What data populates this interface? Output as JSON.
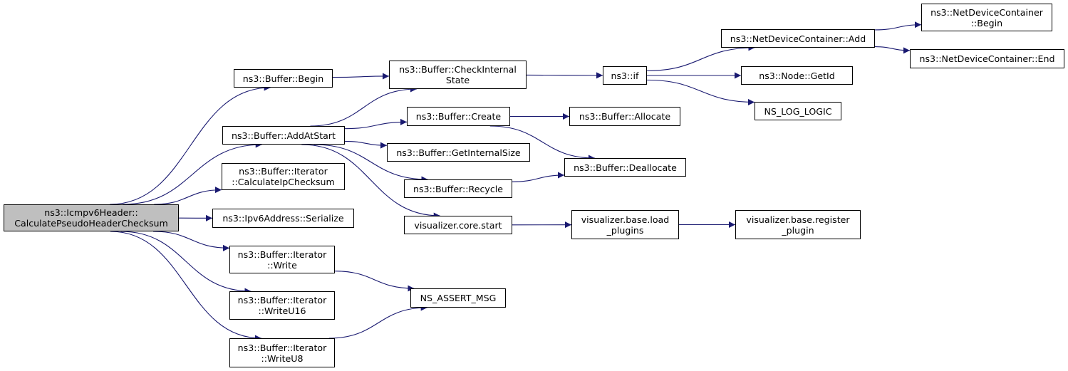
{
  "colors": {
    "edge": "#191970",
    "border": "#000000",
    "root_fill": "#bfbfbf",
    "node_fill": "#ffffff"
  },
  "nodes": {
    "root": [
      "ns3::Icmpv6Header::",
      "CalculatePseudoHeaderChecksum"
    ],
    "buf_begin": [
      "ns3::Buffer::Begin"
    ],
    "buf_addatstart": [
      "ns3::Buffer::AddAtStart"
    ],
    "iter_calc": [
      "ns3::Buffer::Iterator",
      "::CalculateIpChecksum"
    ],
    "ipv6_serialize": [
      "ns3::Ipv6Address::Serialize"
    ],
    "iter_write": [
      "ns3::Buffer::Iterator",
      "::Write"
    ],
    "iter_writeu16": [
      "ns3::Buffer::Iterator",
      "::WriteU16"
    ],
    "iter_writeu8": [
      "ns3::Buffer::Iterator",
      "::WriteU8"
    ],
    "buf_check": [
      "ns3::Buffer::CheckInternal",
      "State"
    ],
    "buf_create": [
      "ns3::Buffer::Create"
    ],
    "buf_getinternalsize": [
      "ns3::Buffer::GetInternalSize"
    ],
    "buf_recycle": [
      "ns3::Buffer::Recycle"
    ],
    "vis_core_start": [
      "visualizer.core.start"
    ],
    "ns_assert_msg": [
      "NS_ASSERT_MSG"
    ],
    "ns3_if": [
      "ns3::if"
    ],
    "buf_allocate": [
      "ns3::Buffer::Allocate"
    ],
    "buf_deallocate": [
      "ns3::Buffer::Deallocate"
    ],
    "vis_load_plugins": [
      "visualizer.base.load",
      "_plugins"
    ],
    "ndc_add": [
      "ns3::NetDeviceContainer::Add"
    ],
    "node_getid": [
      "ns3::Node::GetId"
    ],
    "ns_log_logic": [
      "NS_LOG_LOGIC"
    ],
    "ndc_begin": [
      "ns3::NetDeviceContainer",
      "::Begin"
    ],
    "ndc_end": [
      "ns3::NetDeviceContainer::End"
    ],
    "vis_register_plugin": [
      "visualizer.base.register",
      "_plugin"
    ]
  },
  "edges": [
    [
      "root",
      "buf_begin"
    ],
    [
      "root",
      "buf_addatstart"
    ],
    [
      "root",
      "iter_calc"
    ],
    [
      "root",
      "ipv6_serialize"
    ],
    [
      "root",
      "iter_write"
    ],
    [
      "root",
      "iter_writeu16"
    ],
    [
      "root",
      "iter_writeu8"
    ],
    [
      "buf_begin",
      "buf_check"
    ],
    [
      "buf_addatstart",
      "buf_check"
    ],
    [
      "buf_addatstart",
      "buf_create"
    ],
    [
      "buf_addatstart",
      "buf_getinternalsize"
    ],
    [
      "buf_addatstart",
      "buf_recycle"
    ],
    [
      "buf_addatstart",
      "vis_core_start"
    ],
    [
      "iter_write",
      "ns_assert_msg"
    ],
    [
      "iter_writeu8",
      "ns_assert_msg"
    ],
    [
      "buf_check",
      "ns3_if"
    ],
    [
      "buf_create",
      "buf_allocate"
    ],
    [
      "buf_create",
      "buf_deallocate"
    ],
    [
      "buf_recycle",
      "buf_deallocate"
    ],
    [
      "vis_core_start",
      "vis_load_plugins"
    ],
    [
      "ns3_if",
      "ndc_add"
    ],
    [
      "ns3_if",
      "node_getid"
    ],
    [
      "ns3_if",
      "ns_log_logic"
    ],
    [
      "ndc_add",
      "ndc_begin"
    ],
    [
      "ndc_add",
      "ndc_end"
    ],
    [
      "vis_load_plugins",
      "vis_register_plugin"
    ]
  ]
}
